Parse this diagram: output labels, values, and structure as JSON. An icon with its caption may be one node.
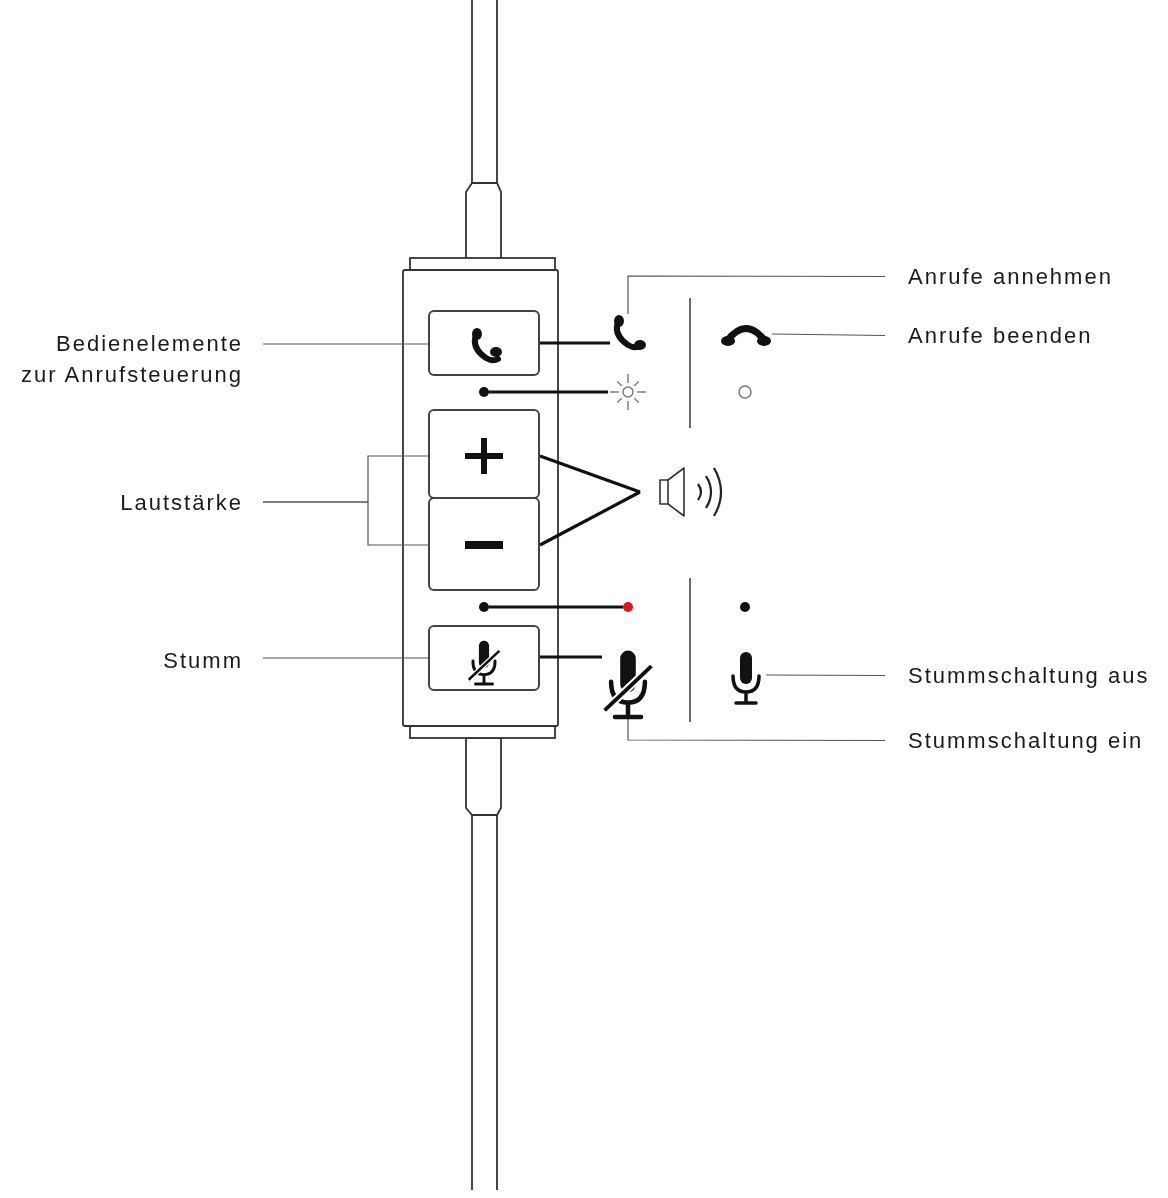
{
  "diagram": {
    "nodes": [
      {
        "text": [
          "Bedienelemente zur Anrufsteuerung"
        ]
      },
      {
        "text": [
          "Anrufe annehmen"
        ]
      },
      {
        "text": [
          "Anrufe beenden"
        ]
      },
      {
        "text": [
          "Lautstärke"
        ]
      },
      {
        "text": [
          "Stumm"
        ]
      },
      {
        "text": [
          "Stummschaltung aus"
        ]
      },
      {
        "text": [
          "Stummschaltung ein"
        ]
      },
      {
        "text": [],
        "shape": "box"
      },
      {
        "text": [],
        "shape": "phone",
        "in": 7
      },
      {
        "text": [],
        "shape": "circle"
      },
      {
        "text": [],
        "shape": "phone"
      },
      {
        "text": [],
        "shape": "sun"
      },
      {
        "text": [],
        "shape": "phone"
      },
      {
        "text": [],
        "shape": "box"
      },
      {
        "text": [],
        "shape": "plus",
        "in": 13
      },
      {
        "text": [],
        "shape": "box"
      },
      {
        "text": [],
        "shape": "minus",
        "in": 15
      },
      {
        "text": [],
        "shape": "speaker"
      },
      {
        "text": [],
        "shape": "circle"
      },
      {
        "text": [],
        "shape": "circle"
      },
      {
        "text": [],
        "shape": "box"
      },
      {
        "text": [],
        "shape": "microphone",
        "in": 20
      },
      {
        "text": [],
        "shape": "microphone"
      },
      {
        "text": [],
        "shape": "microphone"
      }
    ],
    "edges": [
      {
        "from": 0,
        "to": 8,
        "arrow": "none"
      },
      {
        "from": 1,
        "to": 10,
        "arrow": "none"
      },
      {
        "from": 7,
        "to": 10,
        "arrow": "none",
        "style": "thick"
      },
      {
        "from": 2,
        "to": 12,
        "arrow": "none"
      },
      {
        "from": 9,
        "to": 11,
        "arrow": "none",
        "style": "thick"
      },
      {
        "from": 3,
        "to": 14,
        "arrow": "none"
      },
      {
        "from": 3,
        "to": 16,
        "arrow": "none"
      },
      {
        "from": 13,
        "to": 17,
        "arrow": "none",
        "style": "thick"
      },
      {
        "from": 15,
        "to": 17,
        "arrow": "none",
        "style": "thick"
      },
      {
        "from": 18,
        "to": 19,
        "arrow": "none",
        "style": "thick"
      },
      {
        "from": 4,
        "to": 21,
        "arrow": "none"
      },
      {
        "from": 20,
        "to": 22,
        "arrow": "none",
        "style": "thick"
      },
      {
        "from": 5,
        "to": 23,
        "arrow": "none"
      },
      {
        "from": 6,
        "to": 22,
        "arrow": "none"
      }
    ]
  }
}
